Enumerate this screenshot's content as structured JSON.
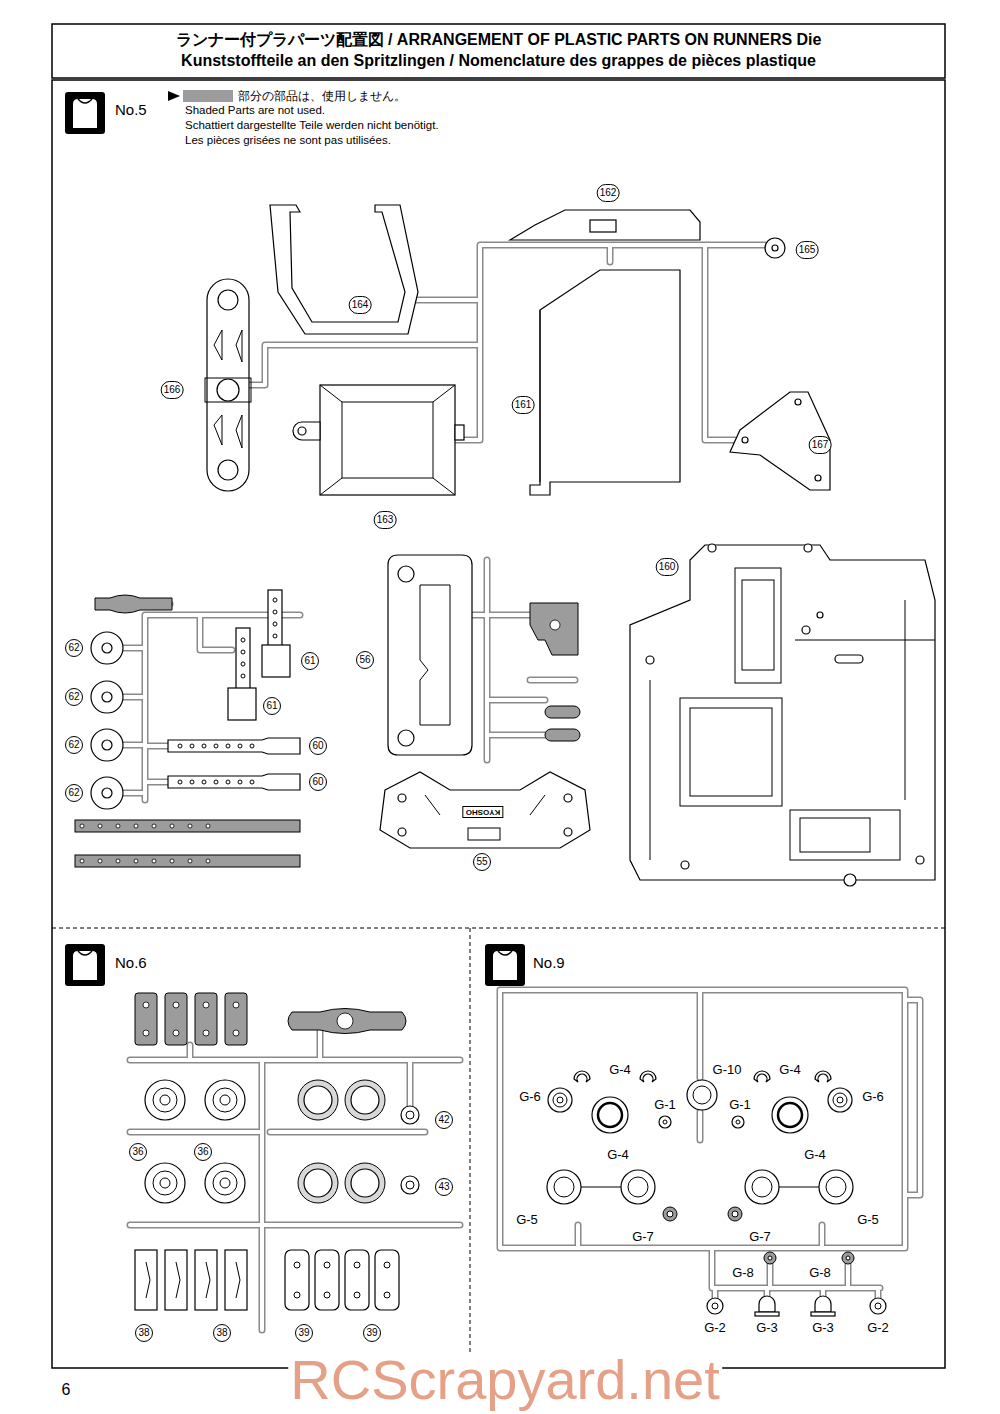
{
  "diagram": {
    "title": "ランナー付プラパーツ配置図 / ARRANGEMENT OF PLASTIC PARTS ON RUNNERS Die Kunststoffteile an den Spritzlingen / Nomenclature des grappes de pièces plastique",
    "nodes": [
      {
        "text": [
          "No.5",
          "部分の部品は、使用しません。",
          "Shaded Parts are not used.",
          "Schattiert dargestellte Teile werden nicht benötigt.",
          "Les pièces grisées ne sont pas utilisées."
        ]
      },
      {
        "text": [
          "No.6"
        ]
      },
      {
        "text": [
          "No.9"
        ]
      }
    ],
    "labels": [
      "162",
      "165",
      "164",
      "166",
      "161",
      "167",
      "163",
      "160",
      "62",
      "61",
      "56",
      "62",
      "61",
      "62",
      "60",
      "62",
      "60",
      "KYOSHO",
      "55",
      "36",
      "36",
      "42",
      "43",
      "38",
      "38",
      "39",
      "39",
      "G-4",
      "G-10",
      "G-4",
      "G-6",
      "G-1",
      "G-1",
      "G-6",
      "G-4",
      "G-4",
      "G-5",
      "G-5",
      "G-7",
      "G-7",
      "G-8",
      "G-8",
      "G-2",
      "G-3",
      "G-3",
      "G-2",
      "6",
      "RCScrapyard.net"
    ]
  }
}
